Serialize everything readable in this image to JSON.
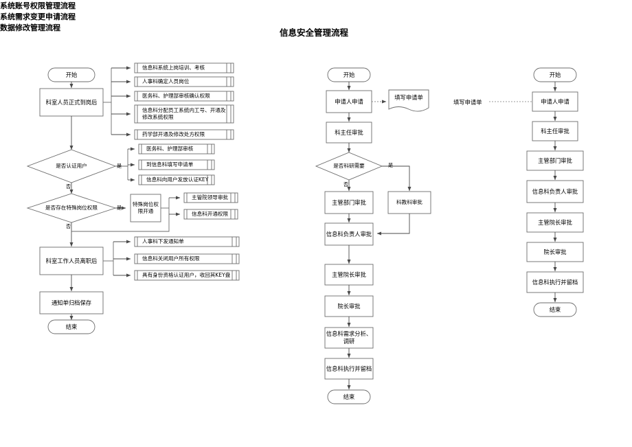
{
  "page": {
    "title": "信息安全管理流程",
    "background": "#ffffff",
    "line_color": "#595959",
    "text_color": "#000000"
  },
  "columns": [
    {
      "id": "col1",
      "heading": "系统账号权限管理流程"
    },
    {
      "id": "col2",
      "heading": "系统需求变更申请流程"
    },
    {
      "id": "col3",
      "heading": "数据修改管理流程"
    }
  ],
  "flow_account": {
    "heading": "系统账号权限管理流程",
    "start": "开始",
    "end": "结束",
    "step_arrive": "科室人员正式到岗后",
    "arrive_tasks": [
      "信息科系统上岗培训、考核",
      "人事科确定人员岗位",
      "医务科、护理部审核确认权限",
      "信息科分配员工系统内工号、开通及修改系统权限",
      "药学部开通及修改处方权限"
    ],
    "decision_auth": "是否认证用户",
    "decision_auth_yes": "是",
    "decision_auth_no": "否",
    "auth_tasks": [
      "医务科、护理部审核",
      "到信息科填写申请单",
      "信息科向用户发放认证KEY"
    ],
    "decision_special": "是否存在特殊岗位权限",
    "decision_special_yes": "是",
    "decision_special_no": "否",
    "special_node": "特殊岗位权限开通",
    "special_tasks": [
      "主管院领导审批",
      "信息科开通权限"
    ],
    "step_leave": "科室工作人员离职后",
    "leave_tasks": [
      "人事科下发通知单",
      "信息科关闭用户所有权限",
      "具有身份资格认证用户，收回其KEY盘"
    ],
    "step_archive": "通知单归档保存"
  },
  "flow_requirement": {
    "heading": "系统需求变更申请流程",
    "start": "开始",
    "end": "结束",
    "nodes": [
      "申请人申请",
      "科主任审批",
      "主管部门审批",
      "信息科负责人审批",
      "主管院长审批",
      "院长审批",
      "信息科需求分析、调研",
      "信息科执行并留档"
    ],
    "document": "填写申请单",
    "decision": "是否科研需要",
    "decision_yes": "是",
    "decision_no": "否",
    "branch_node": "科教科审批"
  },
  "flow_data": {
    "heading": "数据修改管理流程",
    "start": "开始",
    "end": "结束",
    "side_note": "填写申请单",
    "nodes": [
      "申请人申请",
      "科主任审批",
      "主管部门审批",
      "信息科负责人审批",
      "主管院长审批",
      "院长审批",
      "信息科执行并留档"
    ]
  }
}
